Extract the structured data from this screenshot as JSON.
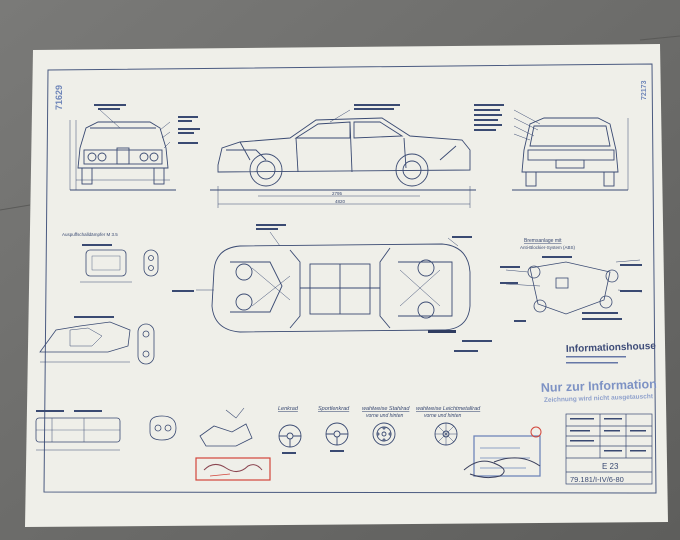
{
  "sheet": {
    "number_vertical": "71629",
    "number_right": "72173",
    "paper_color": "#efefe9",
    "ink_color": "#3a4a72",
    "stamp_color": "#7d92c4",
    "red_stamp_color": "#d2453a"
  },
  "labels": {
    "wheel_steering": "Lenkrad",
    "wheel_sport": "Sportlenkrad",
    "wheel_alt_steel": "wahlweise Stahlrad",
    "wheel_alt_steel_sub": "vorne und hinten",
    "wheel_alt_alloy": "wahlweise Leichtmetallrad",
    "wheel_alt_alloy_sub": "vorne und hinten",
    "brake_title": "Bremsanlage mit",
    "brake_subtitle": "Anti-Blockier-System (ABS)",
    "exhaust_title": "Auspuffschalldämpfer  M 3.5",
    "dim_wheelbase": "2795",
    "dim_length": "4820"
  },
  "stamps": {
    "info_head": "Informationshouse",
    "nur_info": "Nur zur Information",
    "nur_info_sub": "Zeichnung wird nicht ausgetauscht"
  },
  "title_block": {
    "model": "E 23",
    "drawing_number": "79.181/I-IV/6-80"
  }
}
